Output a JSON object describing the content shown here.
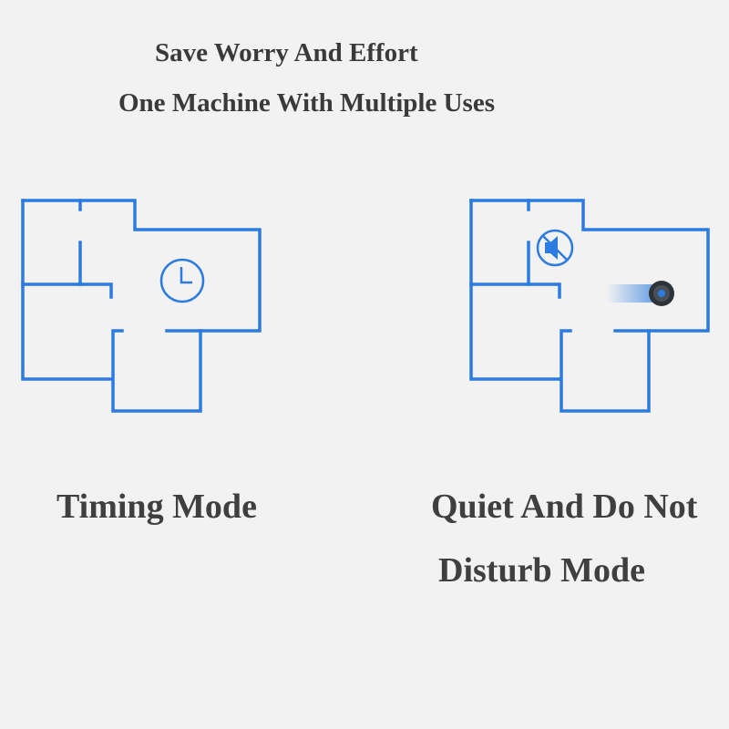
{
  "headline": {
    "line1": "Save Worry And Effort",
    "line2": "One Machine With Multiple Uses"
  },
  "modes": [
    {
      "label": "Timing Mode",
      "icon": "clock-icon"
    },
    {
      "label_line1": "Quiet And Do Not",
      "label_line2": "Disturb Mode",
      "icon": "mute-speaker-icon",
      "extra_icon": "robot-vacuum-icon"
    }
  ],
  "colors": {
    "floorplan": "#2b7be0",
    "text": "#3a3a3a",
    "background": "#f2f2f2"
  }
}
